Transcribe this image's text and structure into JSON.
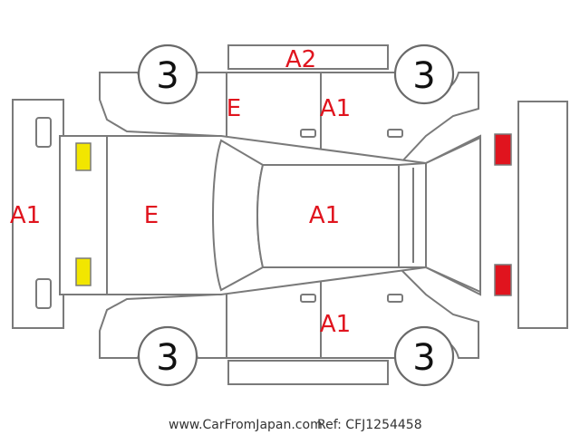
{
  "wheels": {
    "front_left": "3",
    "rear_left": "3",
    "front_right": "3",
    "rear_right": "3"
  },
  "damage_codes": {
    "roof_top": "A2",
    "front_left_door": "E",
    "rear_left_door": "A1",
    "front_bumper": "A1",
    "hood": "E",
    "roof": "A1",
    "rear_right_door": "A1"
  },
  "light_colors": {
    "headlight": "#f2e600",
    "taillight": "#e0141e"
  },
  "footer": {
    "site": "www.CarFromJapan.com",
    "ref": "Ref: CFJ1254458"
  }
}
